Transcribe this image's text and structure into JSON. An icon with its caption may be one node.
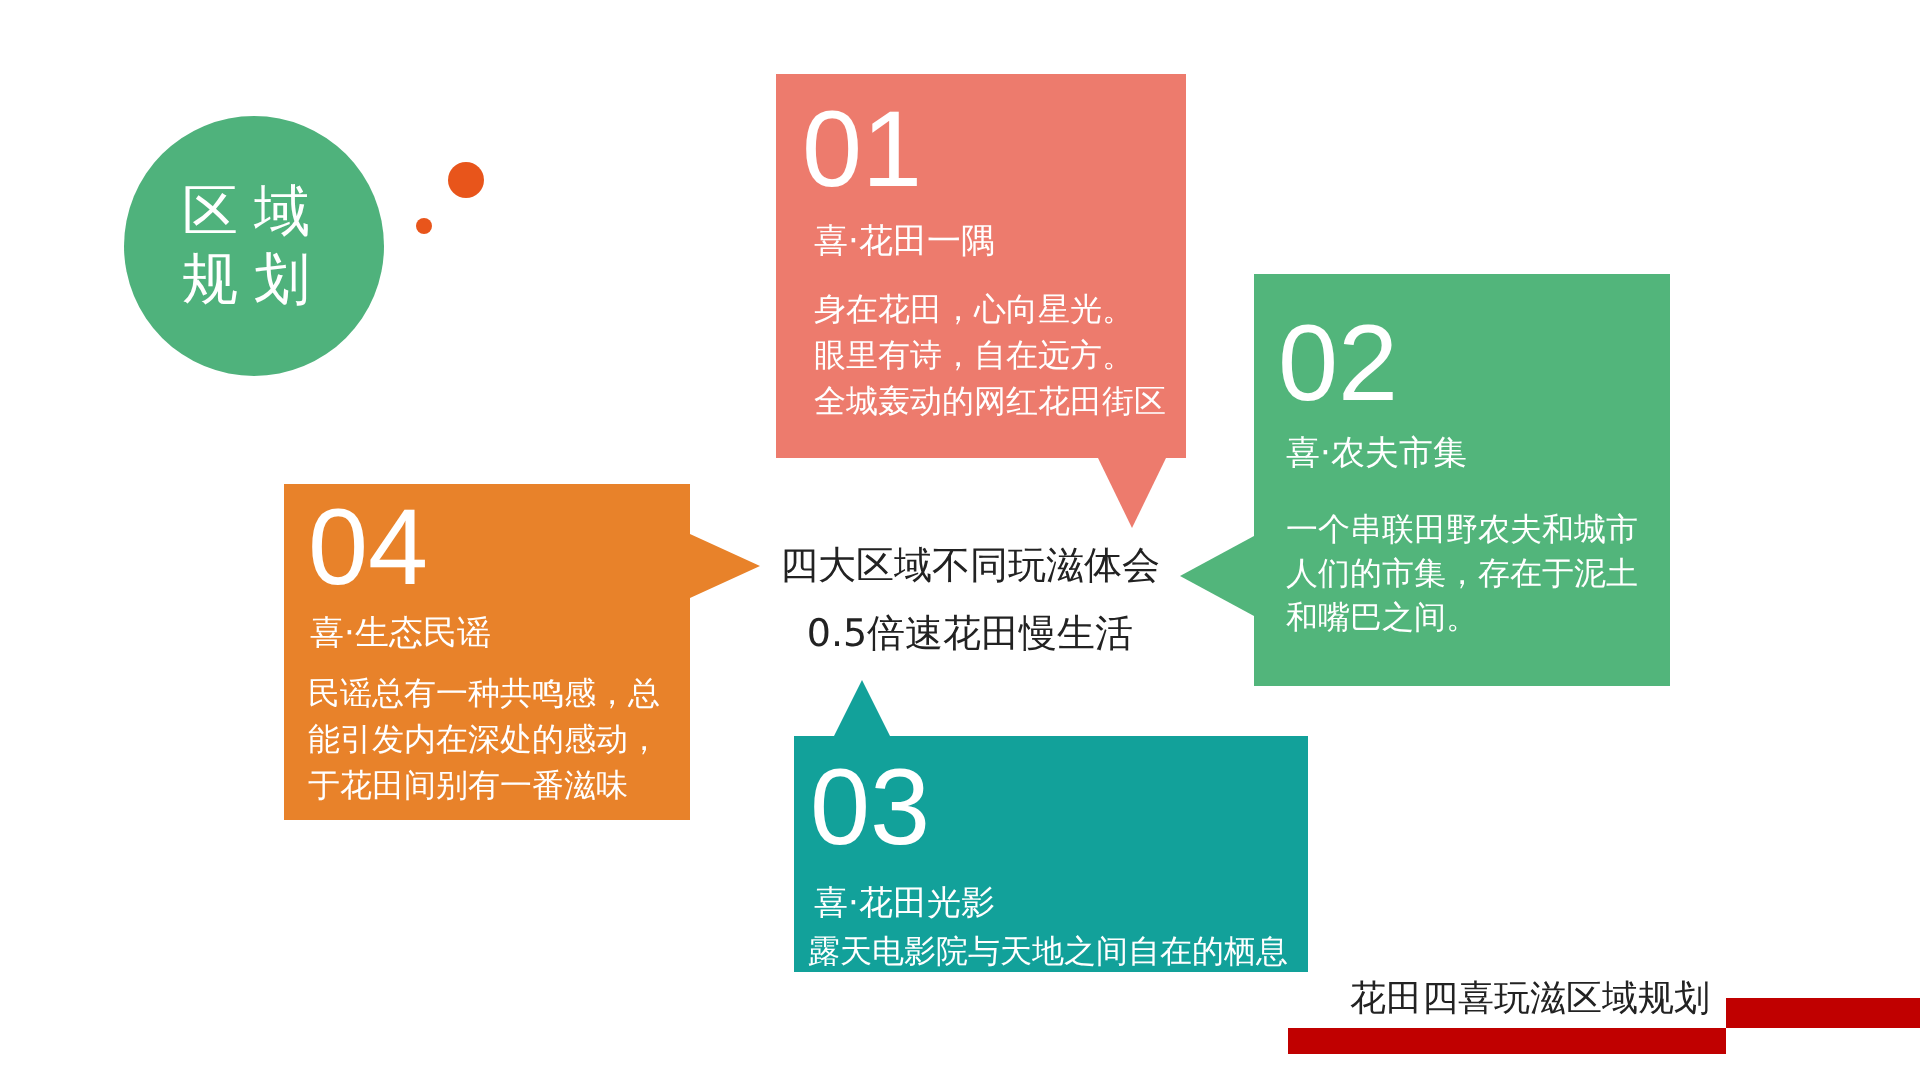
{
  "diagram": {
    "nodes": [
      {
        "text": [
          "区域规划"
        ]
      },
      {
        "text": [
          "01",
          "喜·花田一隅",
          "身在花田，心向星光。",
          "眼里有诗，自在远方。",
          "全城轰动的网红花田街区"
        ]
      },
      {
        "text": [
          "02",
          "喜·农夫市集",
          "一个串联田野农夫和城市人们的市集，存在于泥土和嘴巴之间。"
        ]
      },
      {
        "text": [
          "04",
          "喜·生态民谣",
          "民谣总有一种共鸣感，总能引发内在深处的感动，于花田间别有一番滋味"
        ]
      },
      {
        "text": [
          "四大区域不同玩滋体会",
          "0.5倍速花田慢生活"
        ]
      },
      {
        "text": [
          "03",
          "喜·花田光影",
          "露天电影院与天地之间自在的栖息"
        ]
      }
    ],
    "edges": [
      {
        "from": 1,
        "to": 4,
        "arrow": "to",
        "color": "#ed7b6d"
      },
      {
        "from": 2,
        "to": 4,
        "arrow": "to",
        "color": "#52b57b"
      },
      {
        "from": 3,
        "to": 4,
        "arrow": "to",
        "color": "#e8822a"
      },
      {
        "from": 5,
        "to": 4,
        "arrow": "to",
        "color": "#12a19a"
      }
    ],
    "labels": [
      "花田四喜玩滋区域规划"
    ]
  }
}
